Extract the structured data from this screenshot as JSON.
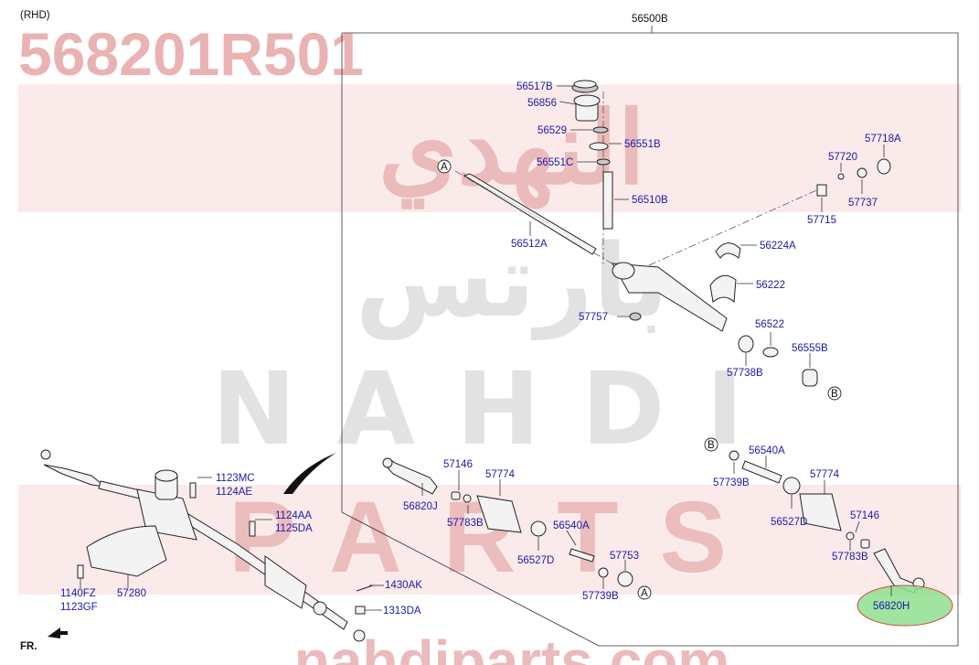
{
  "header": {
    "variant": "(RHD)",
    "part_number": "568201R501"
  },
  "watermark": {
    "arabic_1": "النهدي",
    "arabic_2": "بارتس",
    "word_1": "NAHDI",
    "word_2": "PARTS",
    "site": "nahdiparts.com"
  },
  "assembly_label": "56500B",
  "reference_markers": {
    "a": "A",
    "b": "B"
  },
  "labels": {
    "p56517B": "56517B",
    "p56856": "56856",
    "p56529": "56529",
    "p56551B": "56551B",
    "p56551C": "56551C",
    "p56510B": "56510B",
    "p56512A": "56512A",
    "p57720": "57720",
    "p57718A": "57718A",
    "p57737": "57737",
    "p57715": "57715",
    "p56224A": "56224A",
    "p56222": "56222",
    "p57757": "57757",
    "p56522": "56522",
    "p56555B": "56555B",
    "p57738B": "57738B",
    "p56540A_r": "56540A",
    "p57739B_r": "57739B",
    "p57774_r": "57774",
    "p56527D_r": "56527D",
    "p57146_r": "57146",
    "p57783B_r": "57783B",
    "p56820H": "56820H",
    "p57146_l": "57146",
    "p57774_l": "57774",
    "p56820J": "56820J",
    "p57783B_l": "57783B",
    "p56540A_l": "56540A",
    "p56527D_l": "56527D",
    "p57753": "57753",
    "p57739B_l": "57739B",
    "p1123MC": "1123MC",
    "p1124AE": "1124AE",
    "p1124AA": "1124AA",
    "p1125DA": "1125DA",
    "p1140FZ": "1140FZ",
    "p1123GF": "1123GF",
    "p57280": "57280",
    "p1430AK": "1430AK",
    "p1313DA": "1313DA"
  },
  "direction_label": "FR.",
  "colors": {
    "label": "#1a1aa8",
    "watermark_red": "#e9b3b3",
    "highlight": "#8fe08f"
  }
}
